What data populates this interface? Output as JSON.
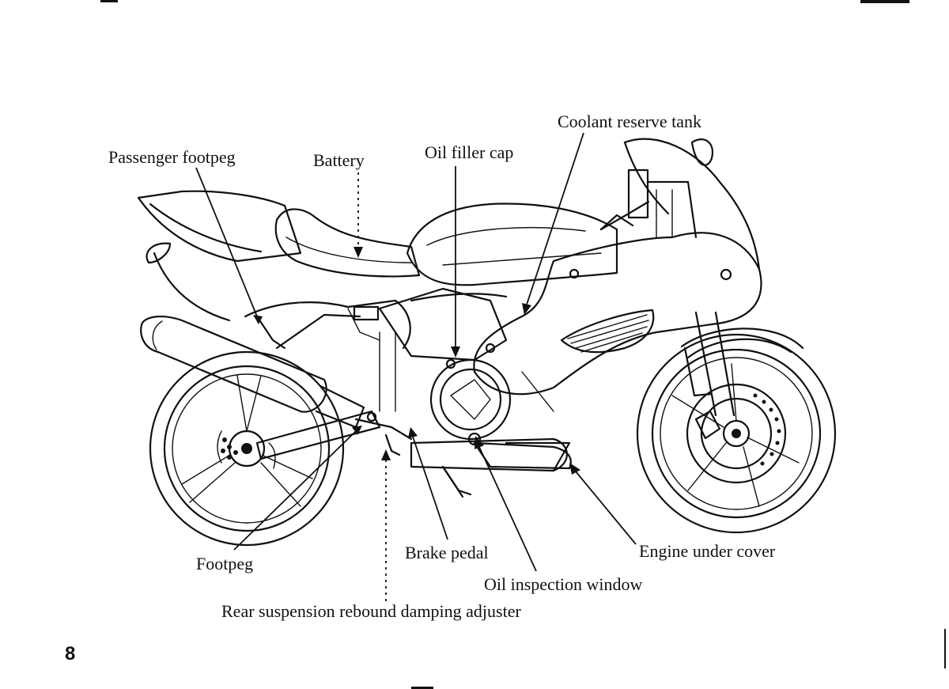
{
  "page_number": "8",
  "labels": {
    "passenger_footpeg": "Passenger footpeg",
    "battery": "Battery",
    "oil_filler_cap": "Oil filler cap",
    "coolant_reserve_tank": "Coolant reserve tank",
    "footpeg": "Footpeg",
    "brake_pedal": "Brake pedal",
    "engine_under_cover": "Engine under cover",
    "oil_inspection_window": "Oil inspection window",
    "rear_suspension_adjuster": "Rear suspension rebound damping adjuster"
  }
}
